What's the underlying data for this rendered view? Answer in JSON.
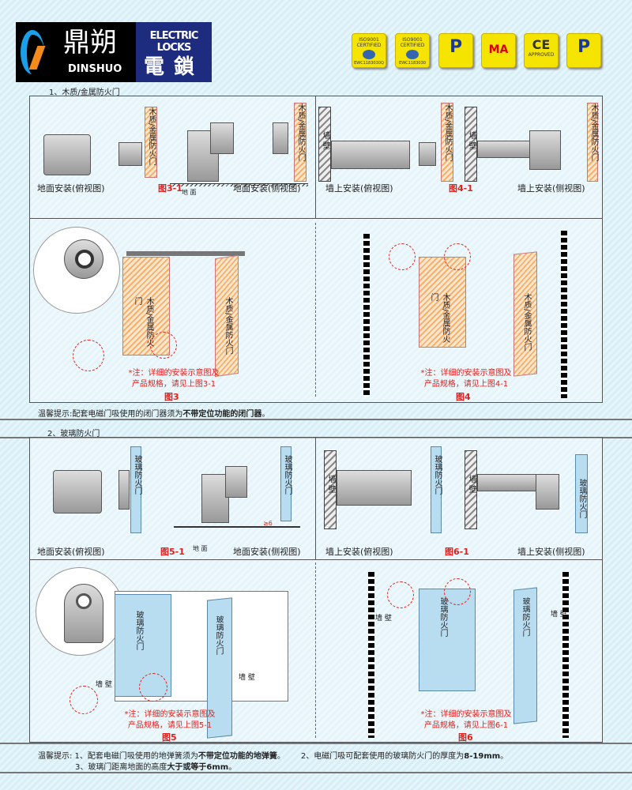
{
  "header": {
    "brand_cn": "鼎朔",
    "brand_en": "DINSHUO",
    "product_en": "ELECTRIC LOCKS",
    "product_cn": "電鎖",
    "badges": [
      {
        "l1": "ISO9001",
        "l2": "CERTIFIED",
        "l3": "EWC1183030Q"
      },
      {
        "l1": "ISO9001",
        "l2": "CERTIFIED",
        "l3": "EWC1183030"
      },
      {
        "l1": "",
        "l2": "P",
        "l3": ""
      },
      {
        "l1": "",
        "l2": "MA",
        "l3": ""
      },
      {
        "l1": "",
        "l2": "CE",
        "l3": "APPROVED"
      },
      {
        "l1": "",
        "l2": "P",
        "l3": ""
      }
    ]
  },
  "section1": {
    "title": "1、木质/金属防火门",
    "door_label": "木质/金属防火门",
    "floor_top": "地面安装(俯视图)",
    "fig31": "图3-1",
    "floor_side": "地面安装(侧视图)",
    "ground": "地 面",
    "wall_top": "墙上安装(俯视图)",
    "fig41": "图4-1",
    "wall_side": "墙上安装(侧视图)",
    "wall": "墙 壁",
    "note3a": "*注：详细的安装示意图及",
    "note3b": "产品规格，请见上图3-1",
    "fig3": "图3",
    "note4a": "*注：详细的安装示意图及",
    "note4b": "产品规格，请见上图4-1",
    "fig4": "图4",
    "tip_prefix": "温馨提示:配套电磁门吸使用的闭门器须为",
    "tip_bold": "不带定位功能的闭门器",
    "tip_end": "。"
  },
  "section2": {
    "title": "2、玻璃防火门",
    "door_label": "玻璃防火门",
    "floor_top": "地面安装(俯视图)",
    "fig51": "图5-1",
    "floor_side": "地面安装(侧视图)",
    "ground": "地 面",
    "gap": "≥6",
    "wall_top": "墙上安装(俯视图)",
    "fig61": "图6-1",
    "wall_side": "墙上安装(侧视图)",
    "wall": "墙 壁",
    "note5a": "*注：详细的安装示意图及",
    "note5b": "产品规格，请见上图5-1",
    "fig5": "图5",
    "note6a": "*注：详细的安装示意图及",
    "note6b": "产品规格，请见上图6-1",
    "fig6": "图6",
    "tip_prefix": "温馨提示: 1、配套电磁门吸使用的地弹簧须为",
    "tip1_bold": "不带定位功能的地弹簧",
    "tip1_end": "。",
    "tip2": "2、电磁门吸可配套使用的玻璃防火门的厚度为",
    "tip2_bold": "8-19mm",
    "tip2_end": "。",
    "tip3": "3、玻璃门距离地面的高度",
    "tip3_bold": "大于或等于6mm",
    "tip3_end": "。"
  }
}
